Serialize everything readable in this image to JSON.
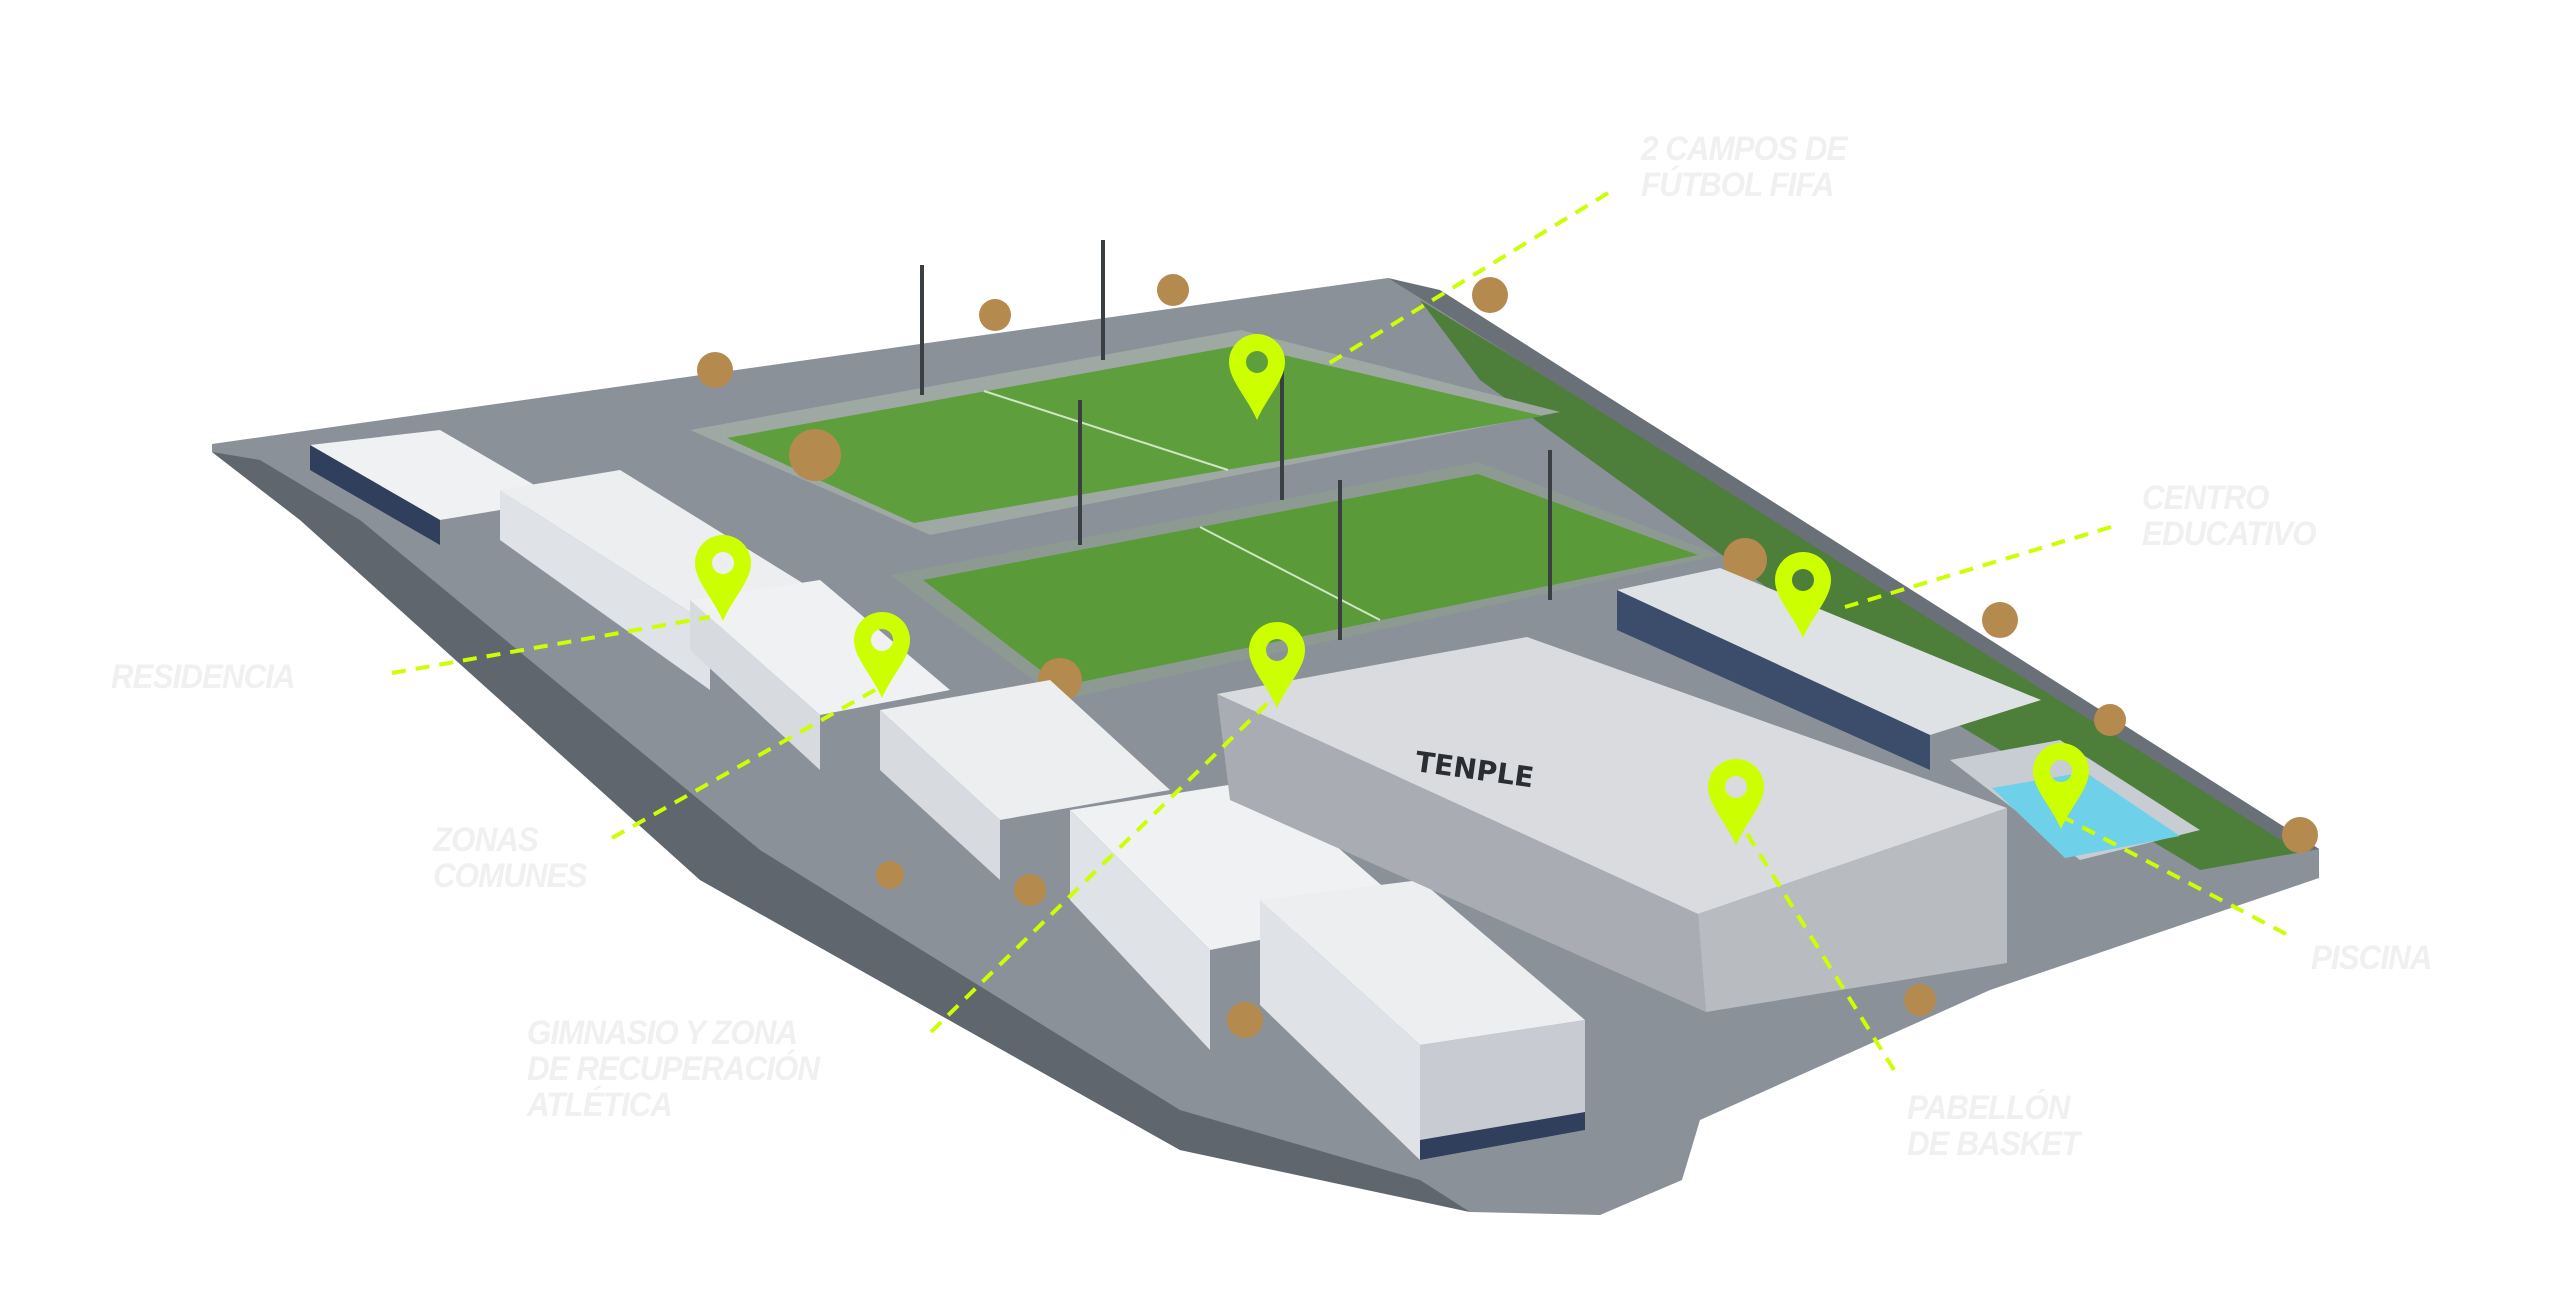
{
  "colors": {
    "accent": "#ccff00",
    "label": "#f0f0f0",
    "grass": "#5a9a3a",
    "pavement": "#7d848c",
    "pavilion": "#c9ccd0"
  },
  "building_sign": "TENPLE",
  "labels": {
    "futbol": {
      "line1": "2 CAMPOS DE",
      "line2": "FÚTBOL FIFA"
    },
    "centro": {
      "line1": "CENTRO",
      "line2": "EDUCATIVO"
    },
    "residencia": {
      "line1": "RESIDENCIA"
    },
    "zonas": {
      "line1": "ZONAS",
      "line2": "COMUNES"
    },
    "gimnasio": {
      "line1": "GIMNASIO Y ZONA",
      "line2": "DE RECUPERACIÓN",
      "line3": "ATLÉTICA"
    },
    "pabellon": {
      "line1": "PABELLÓN",
      "line2": "DE BASKET"
    },
    "piscina": {
      "line1": "PISCINA"
    }
  },
  "pins": [
    "futbol",
    "residencia",
    "zonas",
    "gimnasio",
    "centro",
    "pabellon",
    "piscina"
  ]
}
